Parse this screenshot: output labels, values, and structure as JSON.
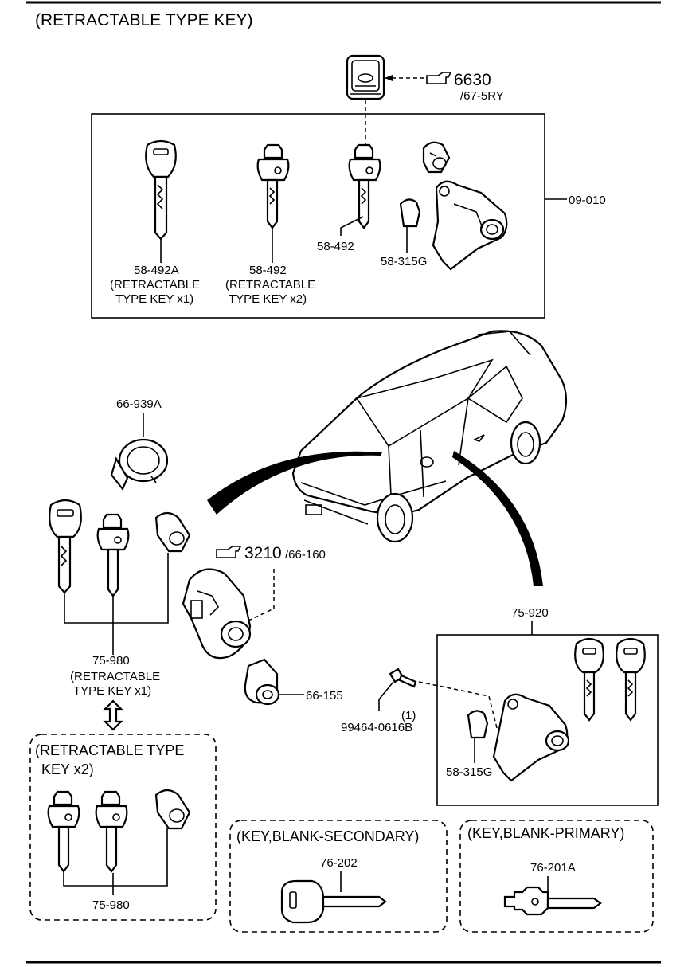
{
  "title": "(RETRACTABLE TYPE KEY)",
  "ref_6630": {
    "code": "6630",
    "sub": "/67-5RY"
  },
  "ref_3210": {
    "code": "3210",
    "sub": "/66-160"
  },
  "top_box": {
    "callout": "09-010",
    "items": [
      {
        "code": "58-492A",
        "line1": "(RETRACTABLE",
        "line2": "TYPE KEY x1)"
      },
      {
        "code": "58-492",
        "line1": "(RETRACTABLE",
        "line2": "TYPE KEY x2)"
      },
      {
        "code": "58-492"
      },
      {
        "code": "58-315G"
      }
    ]
  },
  "middle": {
    "ring_code": "66-939A",
    "set_code": "75-980",
    "set_line1": "(RETRACTABLE",
    "set_line2": "TYPE KEY x1)",
    "cyl_code": "66-155"
  },
  "right_box": {
    "callout": "75-920",
    "bolt_qty": "(1)",
    "bolt_code": "99464-0616B",
    "cyl_code": "58-315G"
  },
  "x2_box": {
    "title_line1": "(RETRACTABLE TYPE",
    "title_line2": "KEY x2)",
    "code": "75-980"
  },
  "secondary_box": {
    "title": "(KEY,BLANK-SECONDARY)",
    "code": "76-202"
  },
  "primary_box": {
    "title": "(KEY,BLANK-PRIMARY)",
    "code": "76-201A"
  }
}
